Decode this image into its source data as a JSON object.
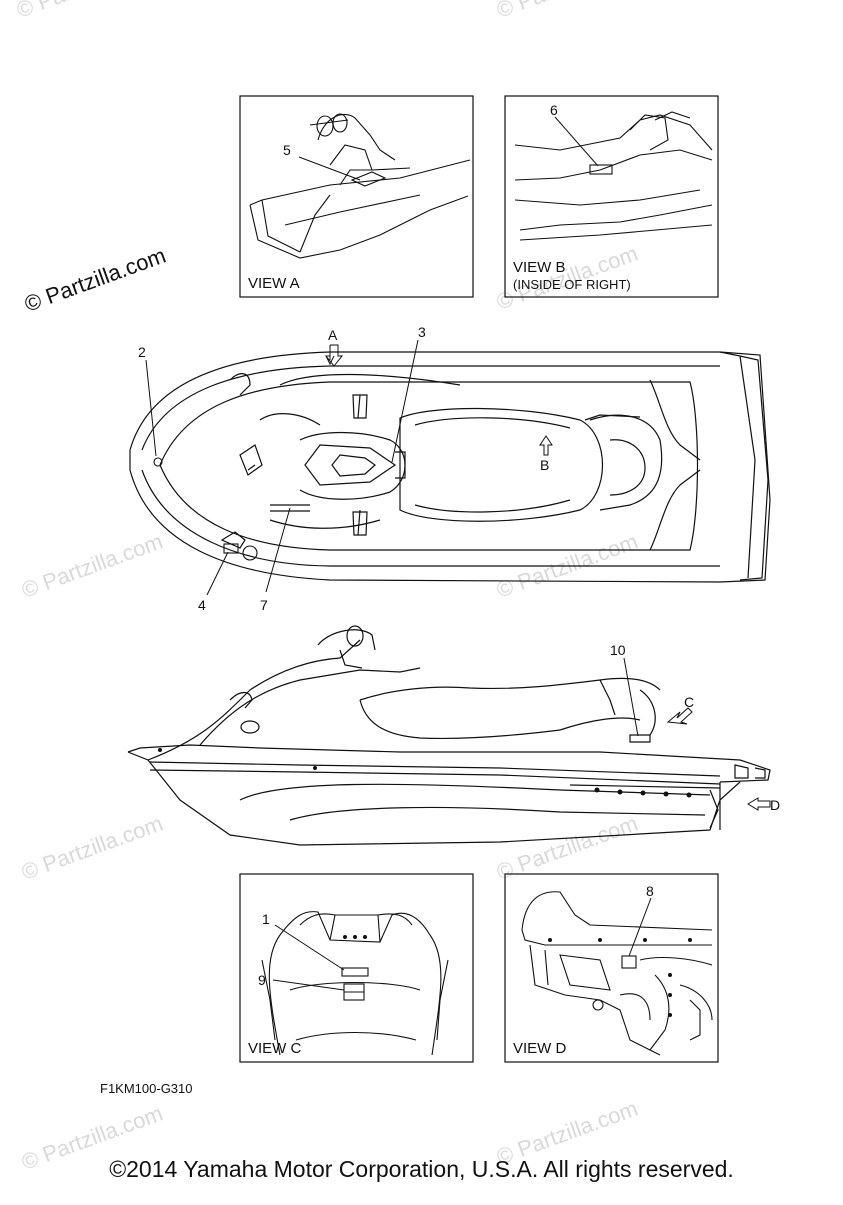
{
  "watermark": {
    "text": "© Partzilla.com"
  },
  "views": {
    "a": {
      "label": "VIEW A"
    },
    "b": {
      "label": "VIEW B",
      "sublabel": "(INSIDE OF RIGHT)"
    },
    "c": {
      "label": "VIEW C"
    },
    "d": {
      "label": "VIEW D"
    }
  },
  "arrows": {
    "a": "A",
    "b": "B",
    "c": "C",
    "d": "D"
  },
  "callouts": {
    "c1": "1",
    "c2": "2",
    "c3": "3",
    "c4": "4",
    "c5": "5",
    "c6": "6",
    "c7": "7",
    "c8": "8",
    "c9": "9",
    "c10": "10"
  },
  "diagram_code": "F1KM100-G310",
  "copyright": "©2014 Yamaha Motor Corporation, U.S.A. All rights reserved."
}
